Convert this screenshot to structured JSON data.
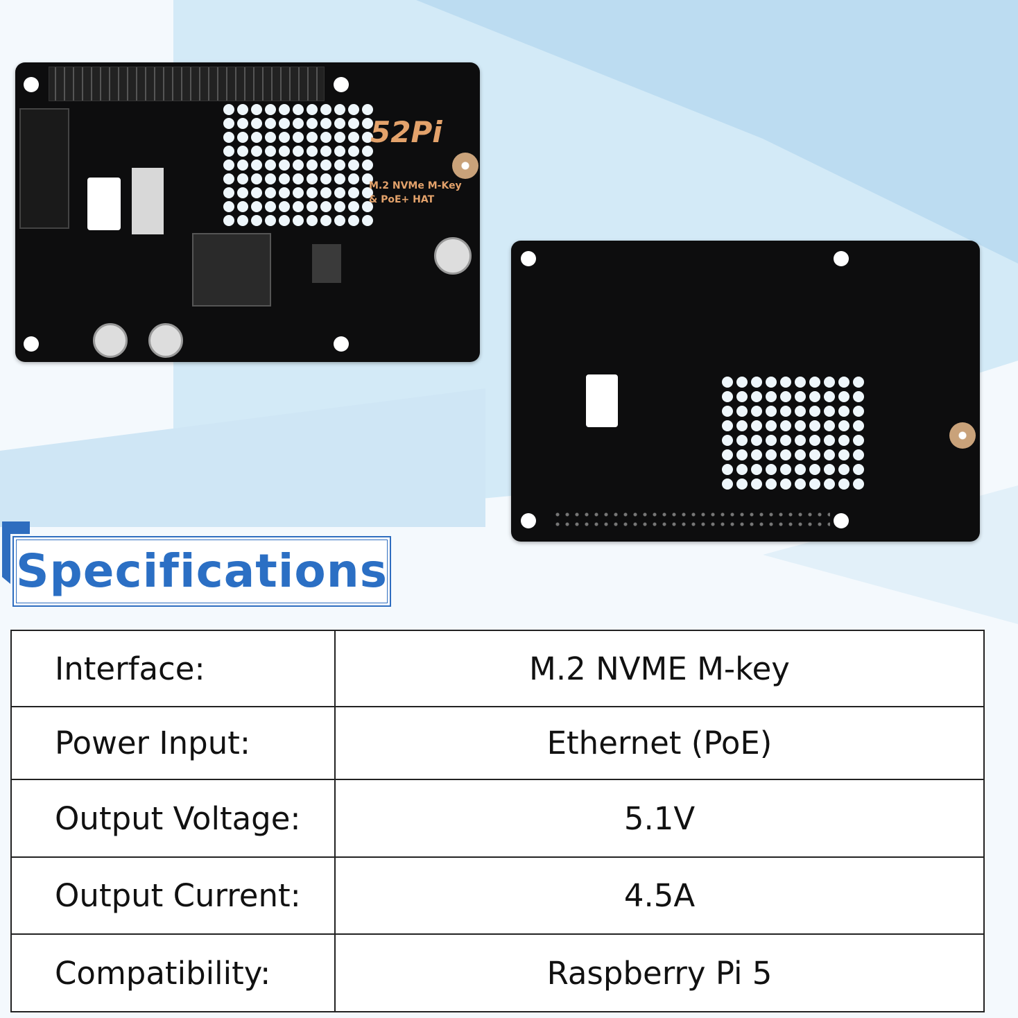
{
  "product": {
    "brand_logo": "52Pi",
    "board_label": [
      "M.2 NVMe M-Key",
      "& PoE+ HAT"
    ]
  },
  "specifications": {
    "title": "Specifications",
    "rows": [
      {
        "label": "Interface:",
        "value": "M.2 NVME M-key"
      },
      {
        "label": "Power Input:",
        "value": "Ethernet (PoE)"
      },
      {
        "label": "Output Voltage:",
        "value": "5.1V"
      },
      {
        "label": "Output Current:",
        "value": "4.5A"
      },
      {
        "label": "Compatibility:",
        "value": "Raspberry Pi 5"
      }
    ]
  },
  "colors": {
    "accent": "#2b6fc4",
    "logo": "#e3a26b",
    "board": "#0d0d0e"
  }
}
